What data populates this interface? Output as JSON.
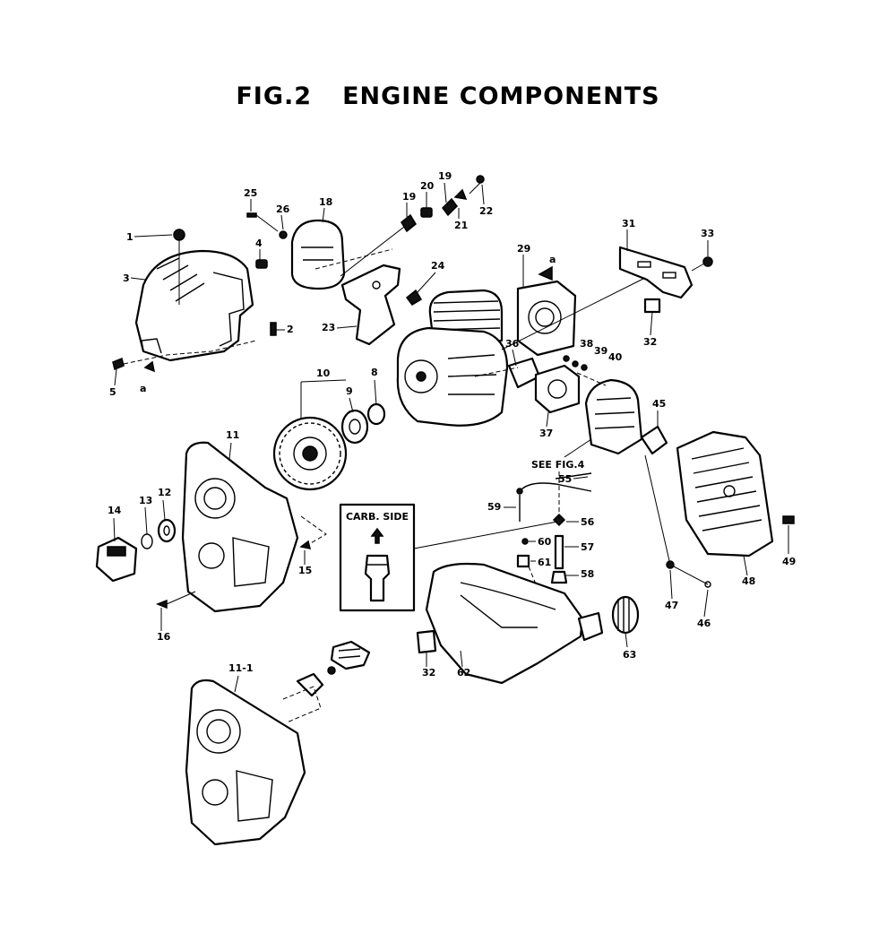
{
  "figure": {
    "number": "FIG.2",
    "title": "ENGINE COMPONENTS"
  },
  "inset": {
    "label": "CARB. SIDE"
  },
  "reference_note": "SEE FIG.4",
  "view_markers": [
    "a",
    "a"
  ],
  "part_labels": [
    "1",
    "2",
    "3",
    "4",
    "5",
    "8",
    "9",
    "10",
    "11",
    "11-1",
    "12",
    "13",
    "14",
    "15",
    "16",
    "18",
    "19",
    "19",
    "20",
    "21",
    "22",
    "23",
    "24",
    "25",
    "26",
    "29",
    "31",
    "32",
    "32",
    "33",
    "36",
    "37",
    "38",
    "39",
    "40",
    "45",
    "46",
    "47",
    "48",
    "49",
    "55",
    "56",
    "57",
    "58",
    "59",
    "60",
    "61",
    "62",
    "63"
  ]
}
